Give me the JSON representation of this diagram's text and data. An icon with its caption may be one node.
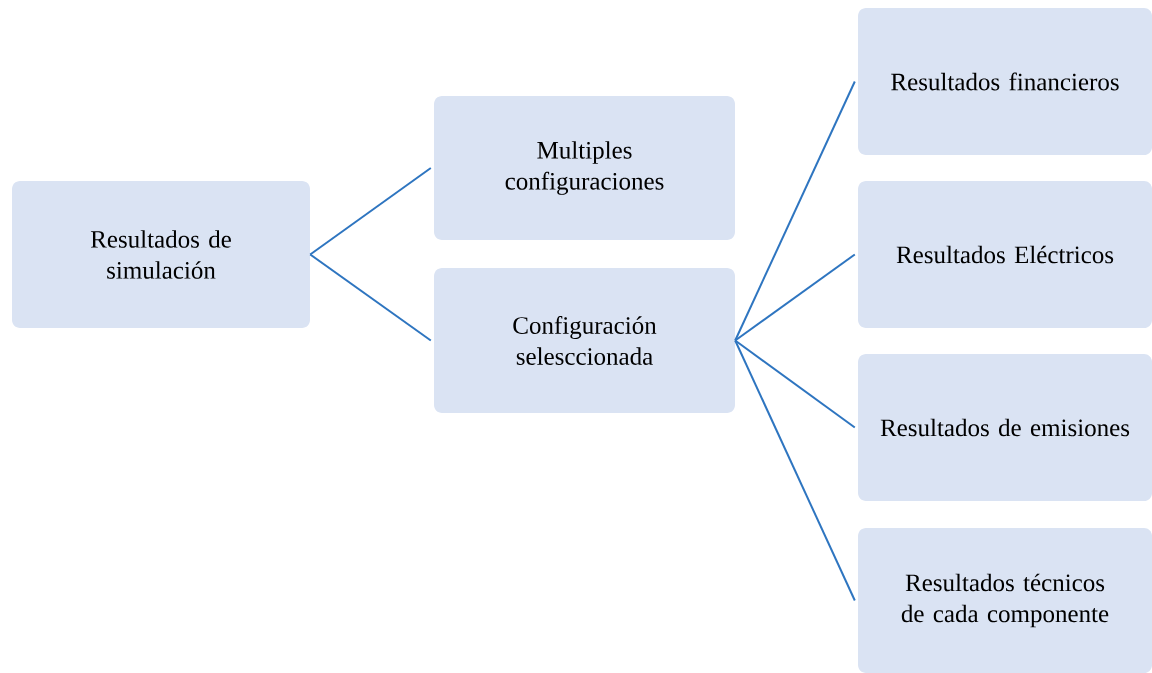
{
  "diagram": {
    "nodes": [
      {
        "text": [
          "Resultados de simulación"
        ]
      },
      {
        "text": [
          "Multiples configuraciones"
        ]
      },
      {
        "text": [
          "Configuración selesccionada"
        ]
      },
      {
        "text": [
          "Resultados financieros"
        ]
      },
      {
        "text": [
          "Resultados Eléctricos"
        ]
      },
      {
        "text": [
          "Resultados de emisiones"
        ]
      },
      {
        "text": [
          "Resultados técnicos de cada componente"
        ]
      }
    ],
    "edges": [
      {
        "from": 0,
        "to": 1,
        "arrow": "none"
      },
      {
        "from": 0,
        "to": 2,
        "arrow": "none"
      },
      {
        "from": 2,
        "to": 3,
        "arrow": "none"
      },
      {
        "from": 2,
        "to": 4,
        "arrow": "none"
      },
      {
        "from": 2,
        "to": 5,
        "arrow": "none"
      },
      {
        "from": 2,
        "to": 6,
        "arrow": "none"
      }
    ]
  }
}
